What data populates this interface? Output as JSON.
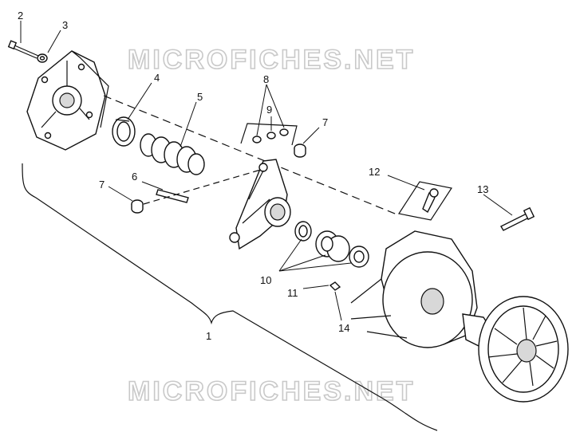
{
  "watermark": {
    "top": "MICROFICHES.NET",
    "bottom": "MICROFICHES.NET"
  },
  "callouts": {
    "c1": "1",
    "c2": "2",
    "c3": "3",
    "c4": "4",
    "c5": "5",
    "c6": "6",
    "c7a": "7",
    "c7b": "7",
    "c8": "8",
    "c9": "9",
    "c10": "10",
    "c11": "11",
    "c12": "12",
    "c13": "13",
    "c14": "14"
  }
}
